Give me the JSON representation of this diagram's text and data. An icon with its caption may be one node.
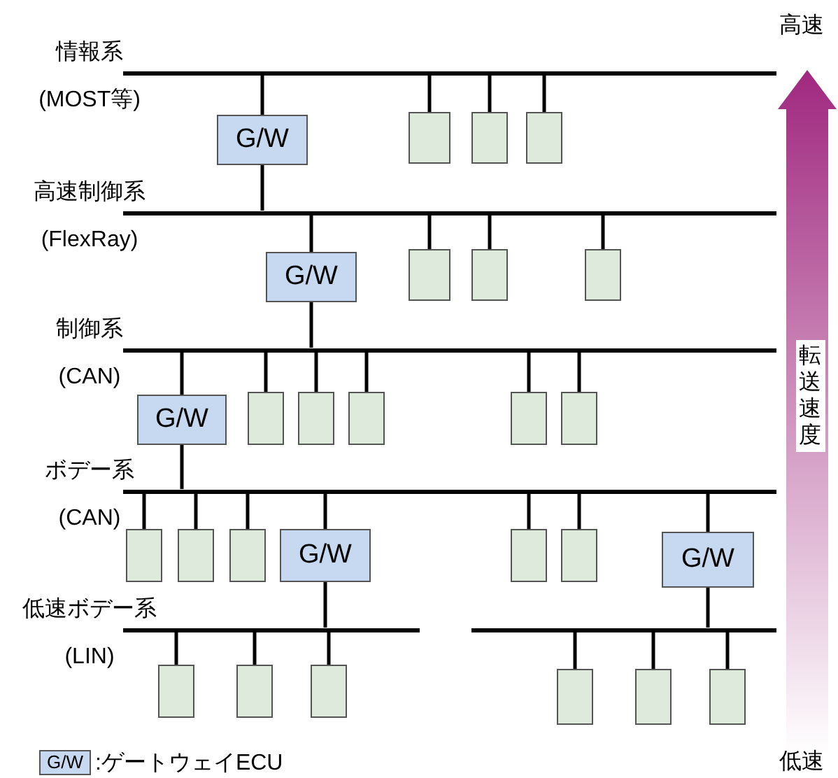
{
  "diagram": {
    "nodes": [
      {
        "text": [
          "情報系",
          "(MOST等)"
        ]
      },
      {
        "text": [
          "G/W"
        ]
      },
      {
        "text": [],
        "shape": "box"
      },
      {
        "text": [],
        "shape": "box"
      },
      {
        "text": [],
        "shape": "box"
      },
      {
        "text": [
          "高速制御系",
          "(FlexRay)"
        ]
      },
      {
        "text": [
          "G/W"
        ]
      },
      {
        "text": [],
        "shape": "box"
      },
      {
        "text": [],
        "shape": "box"
      },
      {
        "text": [],
        "shape": "box"
      },
      {
        "text": [
          "制御系",
          "(CAN)"
        ]
      },
      {
        "text": [
          "G/W"
        ]
      },
      {
        "text": [],
        "shape": "box"
      },
      {
        "text": [],
        "shape": "box"
      },
      {
        "text": [],
        "shape": "box"
      },
      {
        "text": [],
        "shape": "box"
      },
      {
        "text": [],
        "shape": "box"
      },
      {
        "text": [
          "ボデー系",
          "(CAN)"
        ]
      },
      {
        "text": [],
        "shape": "box"
      },
      {
        "text": [],
        "shape": "box"
      },
      {
        "text": [],
        "shape": "box"
      },
      {
        "text": [
          "G/W"
        ]
      },
      {
        "text": [],
        "shape": "box"
      },
      {
        "text": [],
        "shape": "box"
      },
      {
        "text": [
          "G/W"
        ]
      },
      {
        "text": [
          "低速ボデー系",
          "(LIN)"
        ]
      },
      {
        "text": [],
        "shape": "bar"
      },
      {
        "text": [],
        "shape": "box"
      },
      {
        "text": [],
        "shape": "box"
      },
      {
        "text": [],
        "shape": "box"
      },
      {
        "text": [],
        "shape": "box"
      },
      {
        "text": [],
        "shape": "box"
      },
      {
        "text": [],
        "shape": "box"
      }
    ],
    "edges": [
      {
        "from": 0,
        "to": 1,
        "arrow": "none"
      },
      {
        "from": 0,
        "to": 2,
        "arrow": "none"
      },
      {
        "from": 0,
        "to": 3,
        "arrow": "none"
      },
      {
        "from": 0,
        "to": 4,
        "arrow": "none"
      },
      {
        "from": 1,
        "to": 5,
        "arrow": "none"
      },
      {
        "from": 5,
        "to": 6,
        "arrow": "none"
      },
      {
        "from": 5,
        "to": 7,
        "arrow": "none"
      },
      {
        "from": 5,
        "to": 8,
        "arrow": "none"
      },
      {
        "from": 5,
        "to": 9,
        "arrow": "none"
      },
      {
        "from": 6,
        "to": 10,
        "arrow": "none"
      },
      {
        "from": 10,
        "to": 11,
        "arrow": "none"
      },
      {
        "from": 10,
        "to": 12,
        "arrow": "none"
      },
      {
        "from": 10,
        "to": 13,
        "arrow": "none"
      },
      {
        "from": 10,
        "to": 14,
        "arrow": "none"
      },
      {
        "from": 10,
        "to": 15,
        "arrow": "none"
      },
      {
        "from": 10,
        "to": 16,
        "arrow": "none"
      },
      {
        "from": 11,
        "to": 17,
        "arrow": "none"
      },
      {
        "from": 17,
        "to": 18,
        "arrow": "none"
      },
      {
        "from": 17,
        "to": 19,
        "arrow": "none"
      },
      {
        "from": 17,
        "to": 20,
        "arrow": "none"
      },
      {
        "from": 17,
        "to": 21,
        "arrow": "none"
      },
      {
        "from": 17,
        "to": 22,
        "arrow": "none"
      },
      {
        "from": 17,
        "to": 23,
        "arrow": "none"
      },
      {
        "from": 17,
        "to": 24,
        "arrow": "none"
      },
      {
        "from": 21,
        "to": 25,
        "arrow": "none"
      },
      {
        "from": 24,
        "to": 26,
        "arrow": "none"
      },
      {
        "from": 25,
        "to": 27,
        "arrow": "none"
      },
      {
        "from": 25,
        "to": 28,
        "arrow": "none"
      },
      {
        "from": 25,
        "to": 29,
        "arrow": "none"
      },
      {
        "from": 26,
        "to": 30,
        "arrow": "none"
      },
      {
        "from": 26,
        "to": 31,
        "arrow": "none"
      },
      {
        "from": 26,
        "to": 32,
        "arrow": "none"
      }
    ],
    "labels": [
      "高速",
      "転送速度",
      "G/W",
      "低速"
    ],
    "legend": [
      {
        "text": ":ゲートウェイECU",
        "color": "#c6d9f0"
      }
    ]
  }
}
